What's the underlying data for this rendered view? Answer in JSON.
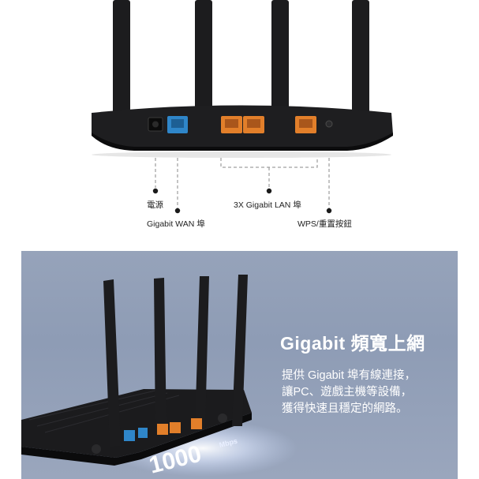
{
  "port_diagram": {
    "labels": {
      "power": "電源",
      "wan": "Gigabit WAN 埠",
      "lan": "3X Gigabit LAN 埠",
      "wps_reset": "WPS/重置按鈕"
    },
    "colors": {
      "wan_port": "#2f86c9",
      "lan_port": "#e27f2a",
      "body": "#1d1d1f"
    }
  },
  "promo": {
    "title": "Gigabit 頻寬上網",
    "body_lines": [
      "提供 Gigabit 埠有線連接，",
      "讓PC、遊戲主機等設備，",
      "獲得快速且穩定的網路。"
    ],
    "speed_number": "1000",
    "speed_unit": "Mbps",
    "background": "#96a3ba"
  }
}
